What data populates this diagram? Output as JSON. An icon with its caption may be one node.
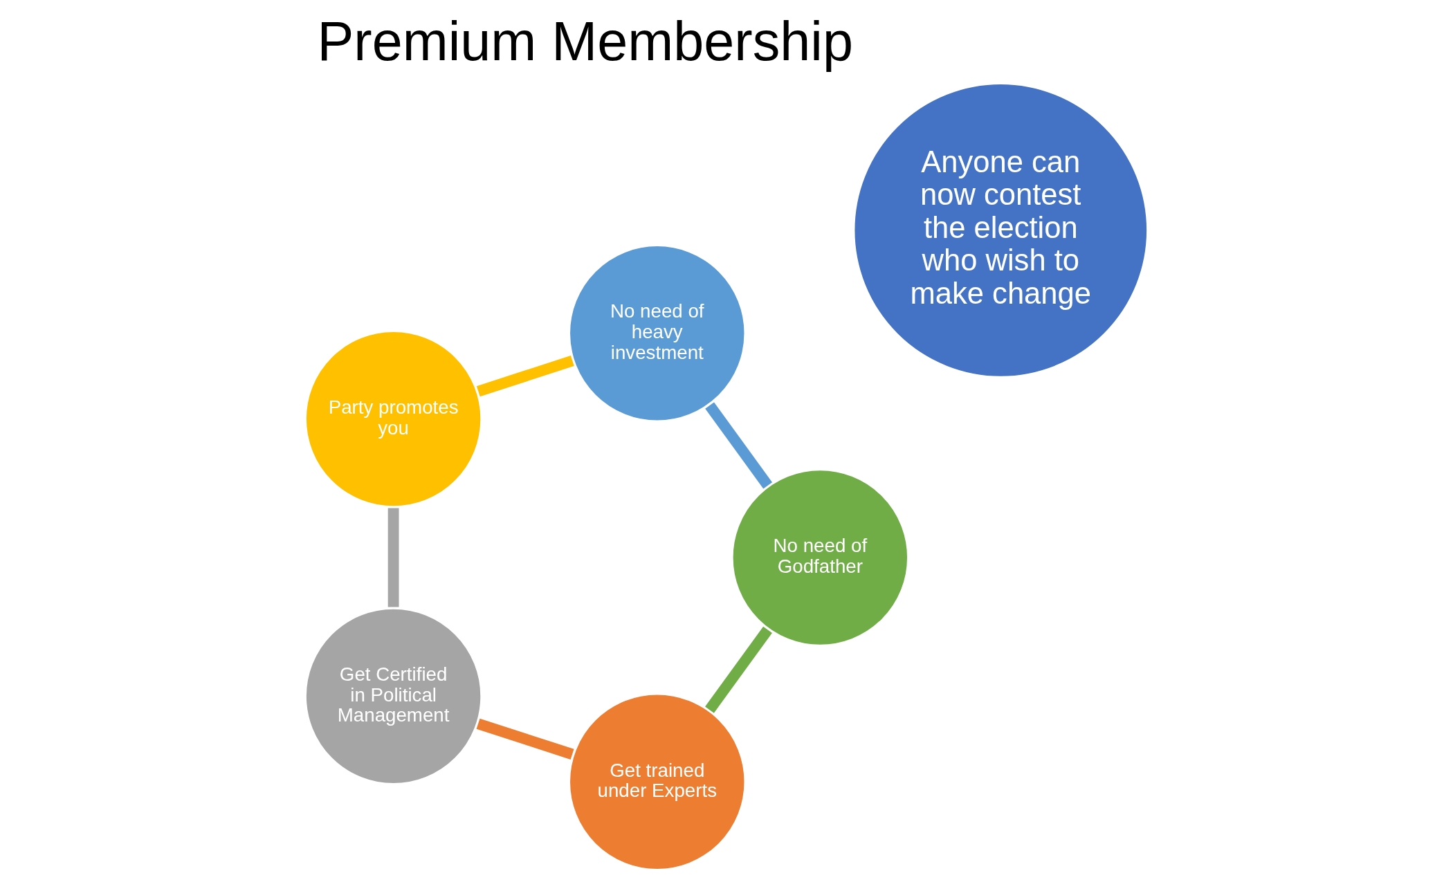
{
  "diagram": {
    "title": "Premium Membership",
    "nodes": [
      {
        "text": [
          "Get trained under Experts"
        ]
      },
      {
        "text": [
          "Get Certified in Political Management"
        ]
      },
      {
        "text": [
          "Party promotes you"
        ]
      },
      {
        "text": [
          "No need of heavy investment"
        ]
      },
      {
        "text": [
          "No need of Godfather"
        ]
      },
      {
        "text": [
          "Anyone can now contest the election who wish to make change"
        ]
      }
    ],
    "edges": [
      {
        "from": 0,
        "to": 1,
        "arrow": "none",
        "color": "#ed7d31"
      },
      {
        "from": 1,
        "to": 2,
        "arrow": "none",
        "color": "#a5a5a5"
      },
      {
        "from": 2,
        "to": 3,
        "arrow": "none",
        "color": "#ffc000"
      },
      {
        "from": 3,
        "to": 4,
        "arrow": "none",
        "color": "#5b9bd5"
      },
      {
        "from": 4,
        "to": 0,
        "arrow": "none",
        "color": "#70ad47"
      }
    ]
  }
}
